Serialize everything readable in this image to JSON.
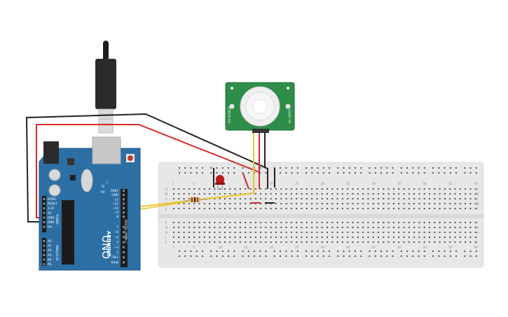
{
  "arduino": {
    "logo": "ARDUINO",
    "model": "UNO",
    "pin_header_top": [
      "AREF",
      "GND",
      "13",
      "~11",
      "~10",
      "~9",
      "8"
    ],
    "pin_header_digital": [
      "7",
      "~6",
      "~5",
      "4",
      "~3",
      "2",
      "TX▸1",
      "RX◂0"
    ],
    "digital_label": "DIGITAL (PWM~)",
    "power_pins": [
      "IOREF",
      "RESET",
      "3.3V",
      "5V",
      "GND",
      "GND",
      "Vin"
    ],
    "analog_pins": [
      "A0",
      "A1",
      "A2",
      "A3",
      "A4",
      "A5"
    ],
    "power_label": "POWER",
    "analog_label": "ANALOG IN",
    "tx_label": "TX",
    "rx_label": "RX",
    "l_label": "L"
  },
  "pir_sensor": {
    "model_label": "PIR SENSOR",
    "board_label": "HC-SR501"
  },
  "breadboard": {
    "row_letters_top": [
      "A",
      "B",
      "C",
      "D",
      "E"
    ],
    "row_letters_bottom": [
      "F",
      "G",
      "H",
      "I",
      "J"
    ],
    "column_numbers": [
      "1",
      "5",
      "10",
      "15",
      "20",
      "25",
      "30",
      "35",
      "40",
      "45",
      "50",
      "55",
      "60"
    ]
  },
  "wire_colors": {
    "ground": "#222222",
    "power": "#d42a2a",
    "signal": "#e8c52a",
    "board": "#2c6fa5",
    "breadboard": "#e9e9e9"
  }
}
